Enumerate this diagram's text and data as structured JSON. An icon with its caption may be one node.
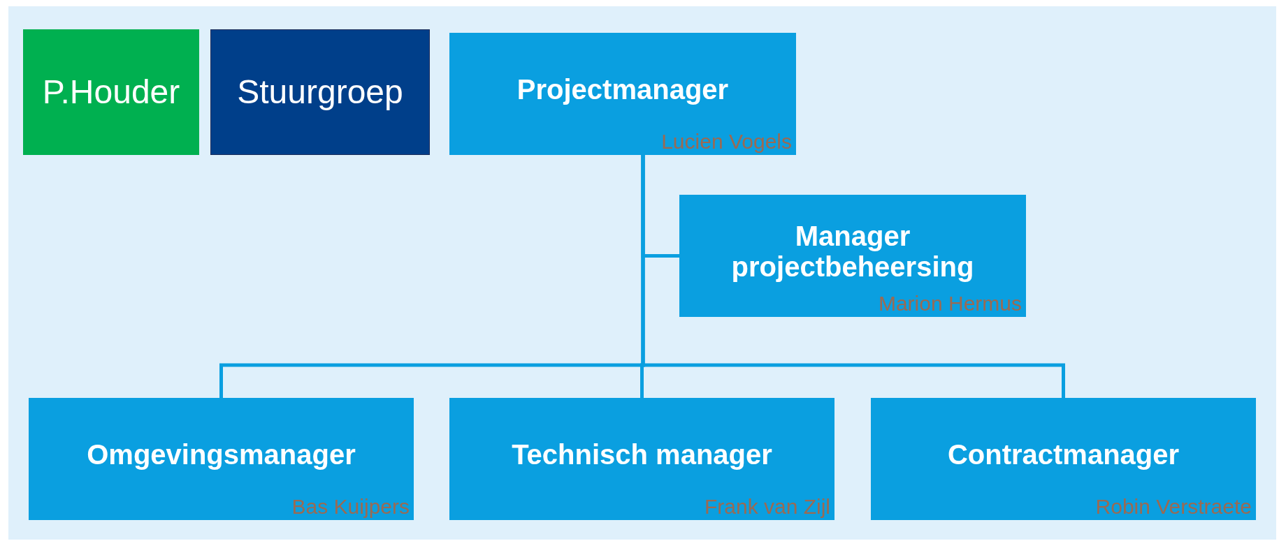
{
  "diagram": {
    "nodes": [
      {
        "text": [
          "P.Houder"
        ]
      },
      {
        "text": [
          "Stuurgroep"
        ]
      },
      {
        "text": [
          "Projectmanager",
          "Lucien Vogels"
        ]
      },
      {
        "text": [
          "Manager projectbeheersing",
          "Marion Hermus"
        ]
      },
      {
        "text": [
          "Omgevingsmanager",
          "Bas Kuijpers"
        ]
      },
      {
        "text": [
          "Technisch manager",
          "Frank van Zijl"
        ]
      },
      {
        "text": [
          "Contractmanager",
          "Robin Verstraete"
        ]
      }
    ],
    "edges": [
      {
        "from": 2,
        "to": 3,
        "arrow": "none"
      },
      {
        "from": 2,
        "to": 4,
        "arrow": "none"
      },
      {
        "from": 2,
        "to": 5,
        "arrow": "none"
      },
      {
        "from": 2,
        "to": 6,
        "arrow": "none"
      }
    ]
  }
}
